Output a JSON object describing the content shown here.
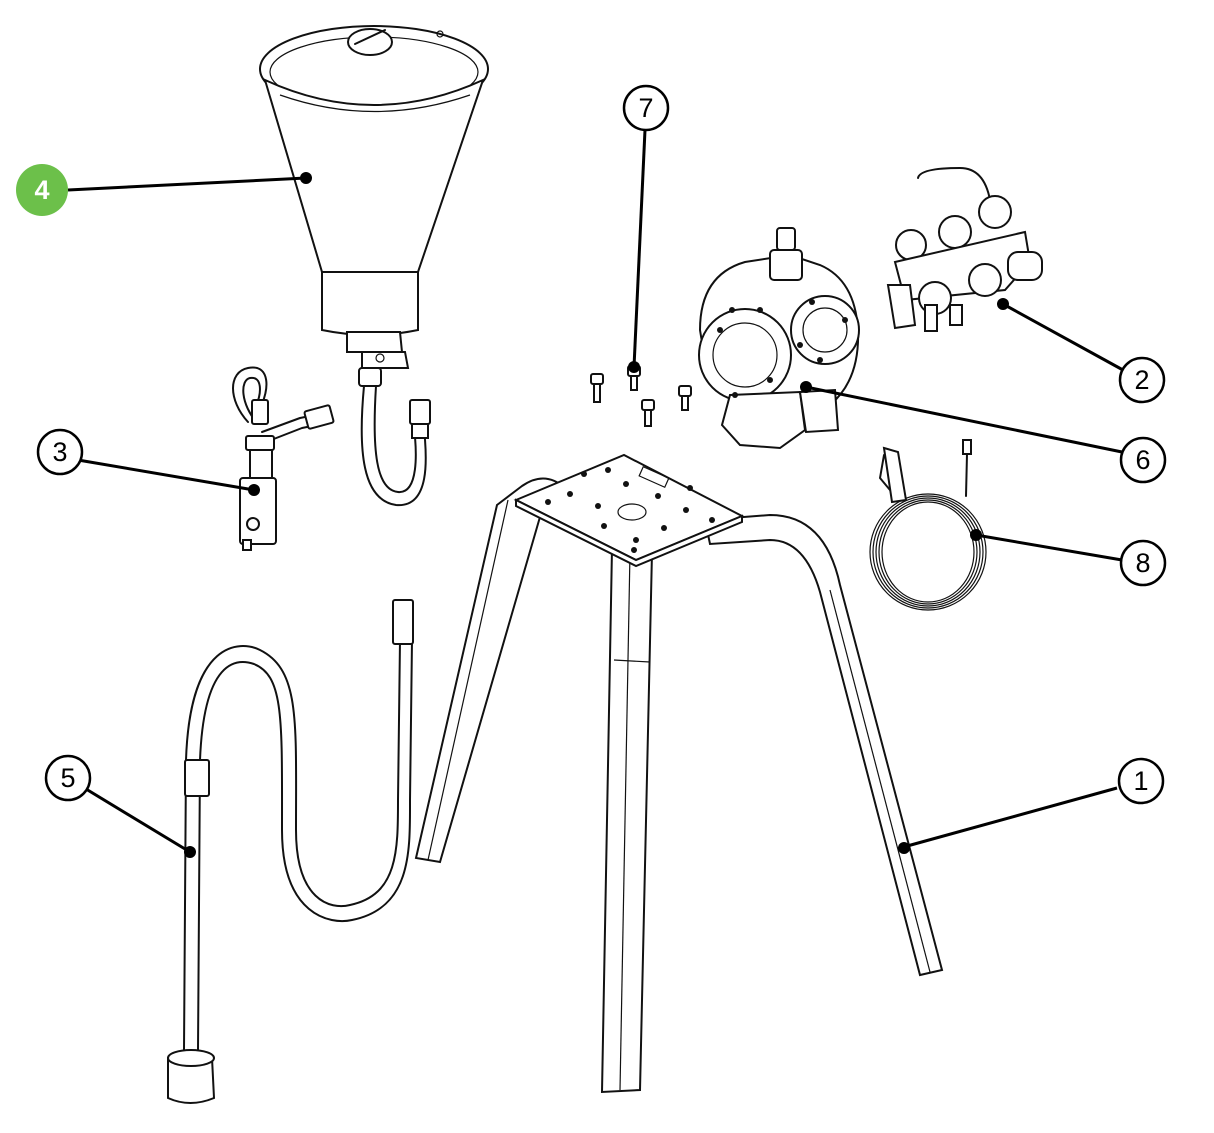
{
  "highlight_color": "#6cc04a",
  "callouts": [
    {
      "id": "1",
      "label": "1",
      "part": "stand-legs",
      "active": false
    },
    {
      "id": "2",
      "label": "2",
      "part": "gauge-manifold",
      "active": false
    },
    {
      "id": "3",
      "label": "3",
      "part": "valve-block",
      "active": false
    },
    {
      "id": "4",
      "label": "4",
      "part": "hopper-funnel",
      "active": true
    },
    {
      "id": "5",
      "label": "5",
      "part": "suction-hose",
      "active": false
    },
    {
      "id": "6",
      "label": "6",
      "part": "diaphragm-pump",
      "active": false
    },
    {
      "id": "7",
      "label": "7",
      "part": "bolts",
      "active": false
    },
    {
      "id": "8",
      "label": "8",
      "part": "ground-wire-clamp",
      "active": false
    }
  ]
}
